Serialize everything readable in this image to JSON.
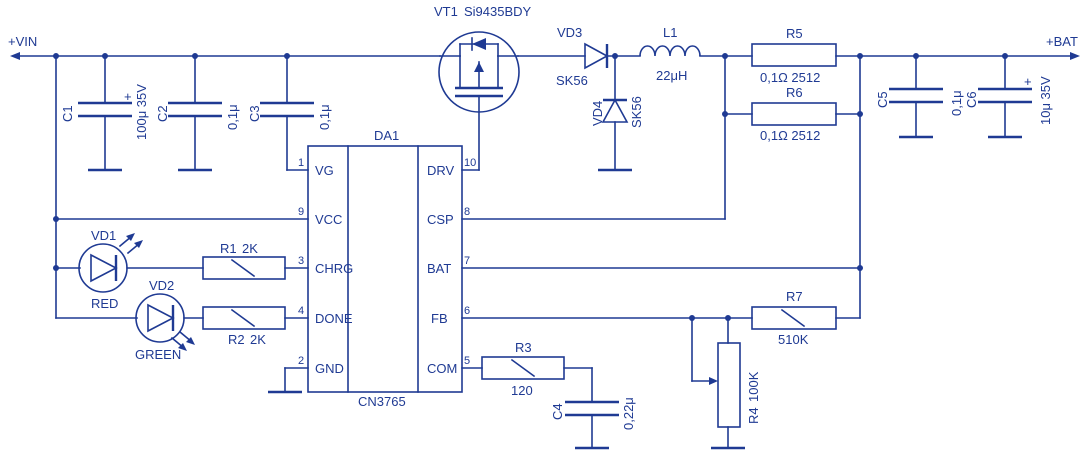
{
  "nets": {
    "vin": "+VIN",
    "bat": "+BAT"
  },
  "ic": {
    "ref": "DA1",
    "part": "CN3765",
    "left_pins": [
      {
        "num": "1",
        "name": "VG"
      },
      {
        "num": "9",
        "name": "VCC"
      },
      {
        "num": "3",
        "name": "CHRG"
      },
      {
        "num": "4",
        "name": "DONE"
      },
      {
        "num": "2",
        "name": "GND"
      }
    ],
    "right_pins": [
      {
        "num": "10",
        "name": "DRV"
      },
      {
        "num": "8",
        "name": "CSP"
      },
      {
        "num": "7",
        "name": "BAT"
      },
      {
        "num": "6",
        "name": "FB"
      },
      {
        "num": "5",
        "name": "COM"
      }
    ]
  },
  "components": {
    "c1": {
      "ref": "C1",
      "value": "100μ 35V",
      "polarity": "+"
    },
    "c2": {
      "ref": "C2",
      "value": "0,1μ"
    },
    "c3": {
      "ref": "C3",
      "value": "0,1μ"
    },
    "c4": {
      "ref": "C4",
      "value": "0,22μ"
    },
    "c5": {
      "ref": "C5",
      "value": "0,1μ"
    },
    "c6": {
      "ref": "C6",
      "value": "10μ 35V",
      "polarity": "+"
    },
    "vt1": {
      "ref": "VT1",
      "value": "Si9435BDY"
    },
    "vd3": {
      "ref": "VD3",
      "value": "SK56"
    },
    "vd4": {
      "ref": "VD4",
      "value": "SK56"
    },
    "l1": {
      "ref": "L1",
      "value": "22μH"
    },
    "r5": {
      "ref": "R5",
      "value": "0,1Ω 2512"
    },
    "r6": {
      "ref": "R6",
      "value": "0,1Ω 2512"
    },
    "vd1": {
      "ref": "VD1",
      "value": "RED"
    },
    "vd2": {
      "ref": "VD2",
      "value": "GREEN"
    },
    "r1": {
      "ref": "R1",
      "value": "2K"
    },
    "r2": {
      "ref": "R2",
      "value": "2K"
    },
    "r3": {
      "ref": "R3",
      "value": "120"
    },
    "r4": {
      "ref": "R4",
      "value": "100K"
    },
    "r7": {
      "ref": "R7",
      "value": "510K"
    }
  }
}
